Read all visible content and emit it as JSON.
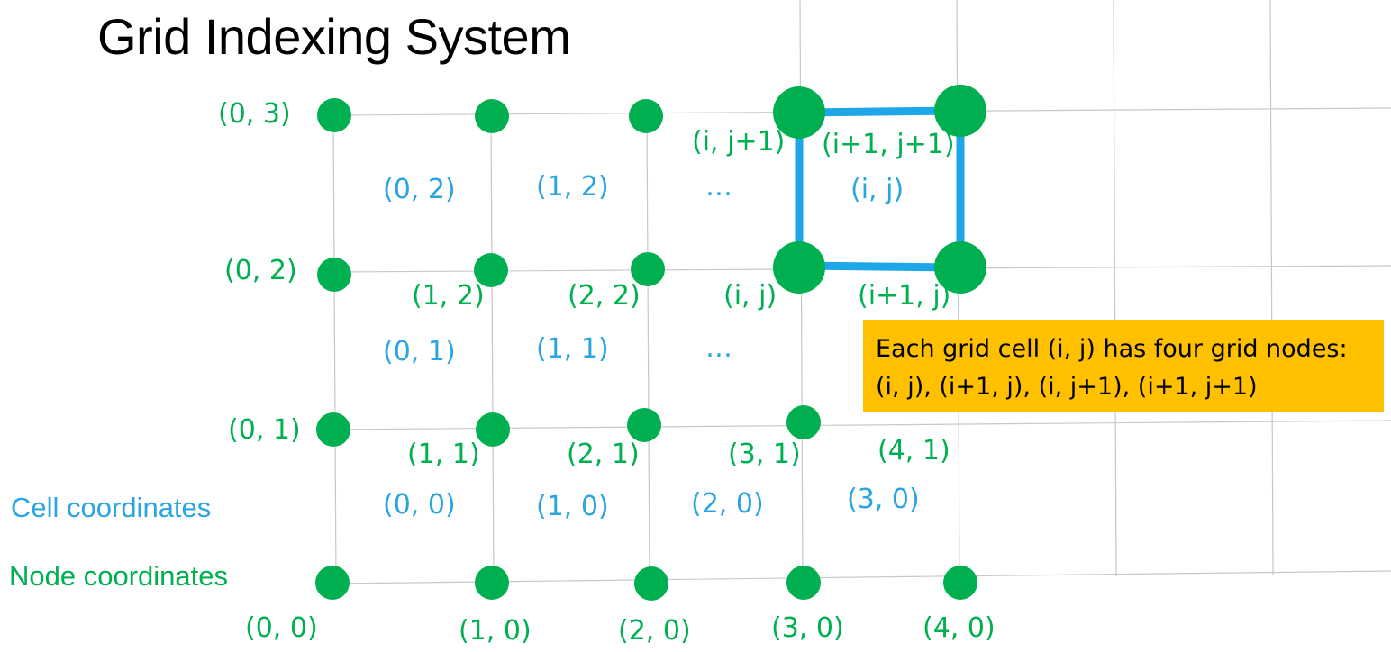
{
  "title": "Grid Indexing System",
  "legend": {
    "cell": "Cell coordinates",
    "node": "Node coordinates"
  },
  "node_labels": {
    "n03": "(0, 3)",
    "n02": "(0, 2)",
    "n12": "(1, 2)",
    "n22": "(2, 2)",
    "nij": "(i, j)",
    "ni1j": "(i+1, j)",
    "nij1": "(i, j+1)",
    "ni1j1": "(i+1, j+1)",
    "n01": "(0, 1)",
    "n11": "(1, 1)",
    "n21": "(2, 1)",
    "n31": "(3, 1)",
    "n41": "(4, 1)",
    "n00": "(0, 0)",
    "n10": "(1, 0)",
    "n20": "(2, 0)",
    "n30": "(3, 0)",
    "n40": "(4, 0)"
  },
  "cell_labels": {
    "c02": "(0, 2)",
    "c12": "(1, 2)",
    "dots_top": "…",
    "cij": "(i, j)",
    "c01": "(0, 1)",
    "c11": "(1, 1)",
    "dots_mid": "…",
    "c00": "(0, 0)",
    "c10": "(1, 0)",
    "c20": "(2, 0)",
    "c30": "(3, 0)"
  },
  "callout": "Each grid cell (i, j) has four grid nodes: (i, j), (i+1, j), (i, j+1), (i+1, j+1)",
  "colors": {
    "node": "#00b050",
    "cell_text": "#2aa5df",
    "highlight": "#1ea7e8",
    "callout_bg": "#ffc000",
    "grid_line": "#c8c8c8"
  }
}
